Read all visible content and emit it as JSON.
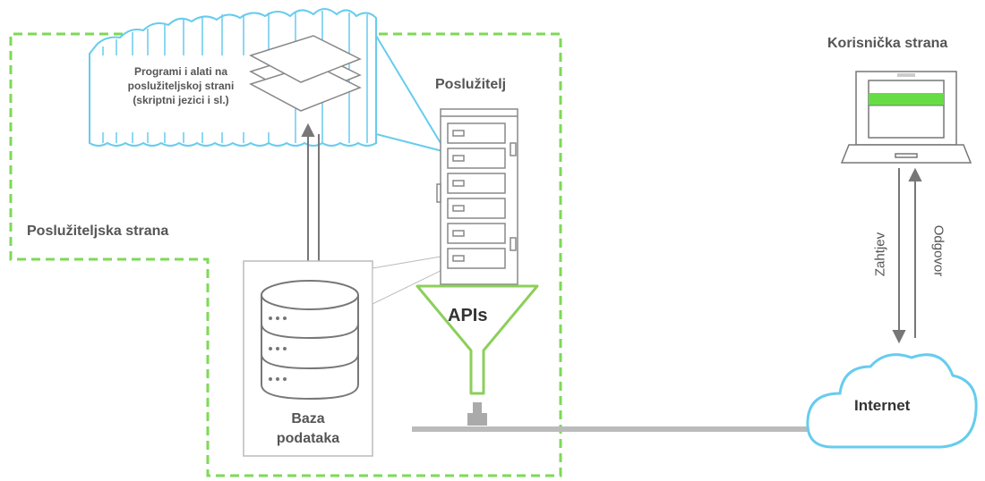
{
  "labels": {
    "server_side": "Poslužiteljska strana",
    "client_side": "Korisnička strana",
    "server": "Poslužitelj",
    "programs_line1": "Programi i alati na",
    "programs_line2": "poslužiteljskoj strani",
    "programs_line3": "(skriptni jezici i sl.)",
    "database_line1": "Baza",
    "database_line2": "podataka",
    "apis": "APIs",
    "internet": "Internet",
    "request": "Zahtjev",
    "response": "Odgovor"
  },
  "icons": {
    "cloud_programs": "cloud-icon",
    "layers": "layers-icon",
    "server_rack": "server-rack-icon",
    "database": "database-icon",
    "funnel": "funnel-icon",
    "laptop": "laptop-icon",
    "internet_cloud": "cloud-icon"
  },
  "colors": {
    "server_side_border": "#7ed957",
    "programs_cloud_stroke": "#66ccee",
    "funnel_stroke": "#8ccf5a",
    "internet_cloud_stroke": "#66ccee",
    "laptop_screen_highlight": "#66dd44",
    "text": "#555555",
    "arrows": "#777777",
    "cable": "#bbbbbb"
  }
}
